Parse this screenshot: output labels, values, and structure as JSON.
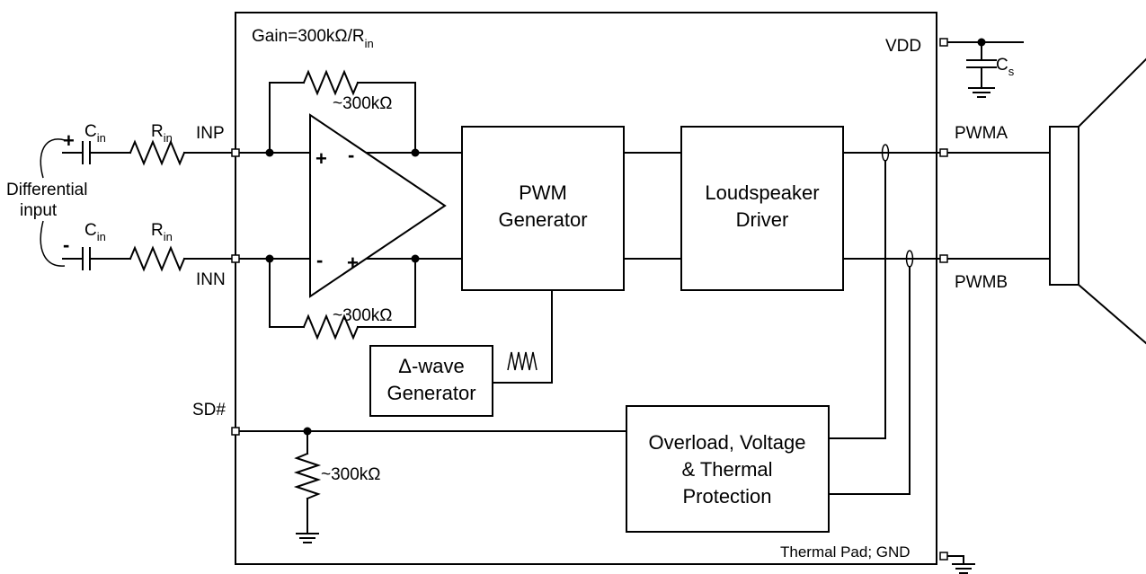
{
  "gain": {
    "prefix": "Gain=300kΩ/R",
    "sub": "in"
  },
  "pins": {
    "vdd": "VDD",
    "inp": "INP",
    "inn": "INN",
    "sd": "SD#",
    "pwma": "PWMA",
    "pwmb": "PWMB",
    "gnd": "Thermal Pad; GND"
  },
  "components": {
    "c": "C",
    "r": "R",
    "in_sub": "in",
    "cs_sub": "s",
    "res_300k": "~300kΩ"
  },
  "input": {
    "line1": "Differential",
    "line2": "input",
    "plus": "+",
    "minus": "-"
  },
  "amp": {
    "plus": "+",
    "minus": "-"
  },
  "blocks": {
    "pwm": [
      "PWM",
      "Generator"
    ],
    "speaker": [
      "Loudspeaker",
      "Driver"
    ],
    "delta": [
      "Δ-wave",
      "Generator"
    ],
    "protect": [
      "Overload, Voltage",
      "& Thermal",
      "Protection"
    ]
  }
}
